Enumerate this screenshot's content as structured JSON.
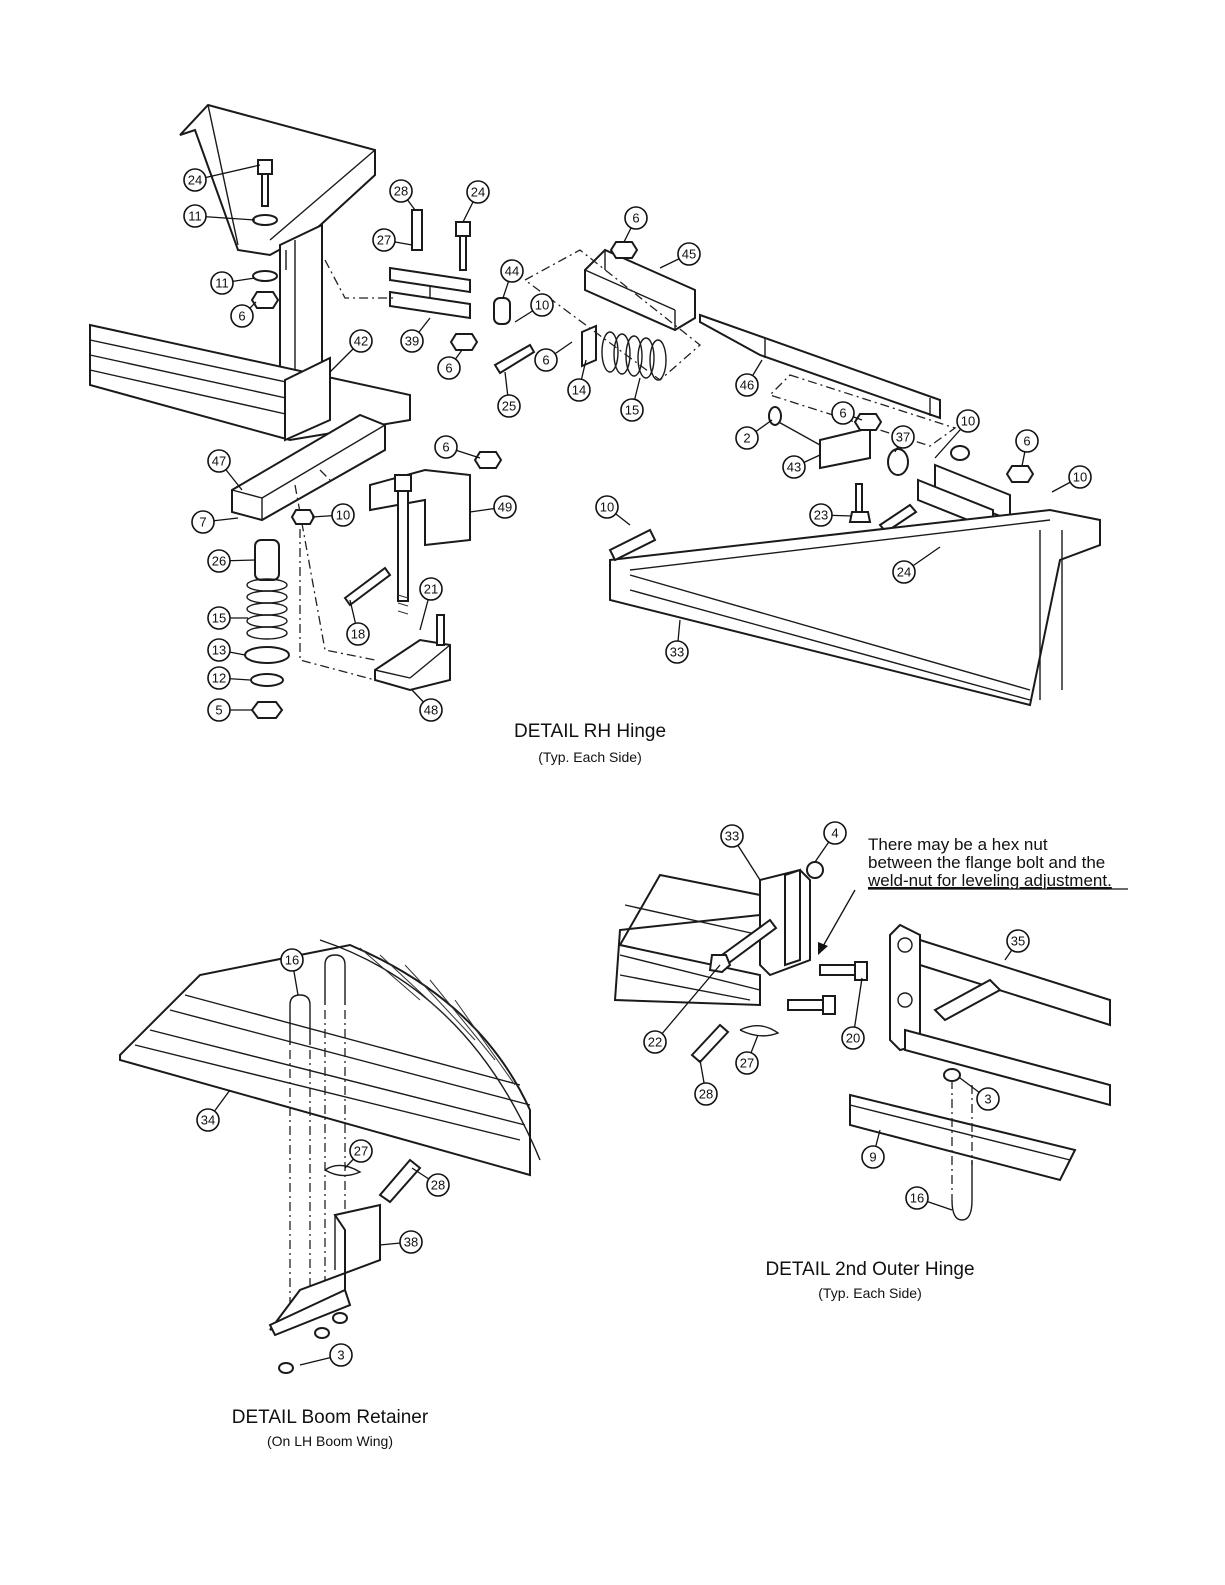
{
  "details": [
    {
      "id": "rh_hinge",
      "title": "DETAIL RH Hinge",
      "subtitle": "(Typ. Each Side)"
    },
    {
      "id": "boom_retainer",
      "title": "DETAIL Boom Retainer",
      "subtitle": "(On LH Boom Wing)"
    },
    {
      "id": "outer_hinge",
      "title": "DETAIL 2nd Outer Hinge",
      "subtitle": "(Typ. Each Side)"
    }
  ],
  "note": {
    "lines": [
      "There may be a hex nut",
      "between the flange bolt and the",
      "weld-nut for leveling adjustment."
    ]
  },
  "callouts": [
    {
      "label": "24"
    },
    {
      "label": "11"
    },
    {
      "label": "11"
    },
    {
      "label": "6"
    },
    {
      "label": "28"
    },
    {
      "label": "24"
    },
    {
      "label": "27"
    },
    {
      "label": "44"
    },
    {
      "label": "10"
    },
    {
      "label": "39"
    },
    {
      "label": "6"
    },
    {
      "label": "42"
    },
    {
      "label": "6"
    },
    {
      "label": "45"
    },
    {
      "label": "25"
    },
    {
      "label": "6"
    },
    {
      "label": "14"
    },
    {
      "label": "15"
    },
    {
      "label": "46"
    },
    {
      "label": "2"
    },
    {
      "label": "6"
    },
    {
      "label": "37"
    },
    {
      "label": "10"
    },
    {
      "label": "43"
    },
    {
      "label": "6"
    },
    {
      "label": "10"
    },
    {
      "label": "47"
    },
    {
      "label": "6"
    },
    {
      "label": "49"
    },
    {
      "label": "10"
    },
    {
      "label": "7"
    },
    {
      "label": "10"
    },
    {
      "label": "23"
    },
    {
      "label": "24"
    },
    {
      "label": "26"
    },
    {
      "label": "21"
    },
    {
      "label": "15"
    },
    {
      "label": "18"
    },
    {
      "label": "13"
    },
    {
      "label": "33"
    },
    {
      "label": "12"
    },
    {
      "label": "48"
    },
    {
      "label": "5"
    },
    {
      "label": "33"
    },
    {
      "label": "4"
    },
    {
      "label": "35"
    },
    {
      "label": "22"
    },
    {
      "label": "20"
    },
    {
      "label": "27"
    },
    {
      "label": "28"
    },
    {
      "label": "3"
    },
    {
      "label": "9"
    },
    {
      "label": "16"
    },
    {
      "label": "16"
    },
    {
      "label": "34"
    },
    {
      "label": "27"
    },
    {
      "label": "28"
    },
    {
      "label": "38"
    },
    {
      "label": "3"
    }
  ]
}
